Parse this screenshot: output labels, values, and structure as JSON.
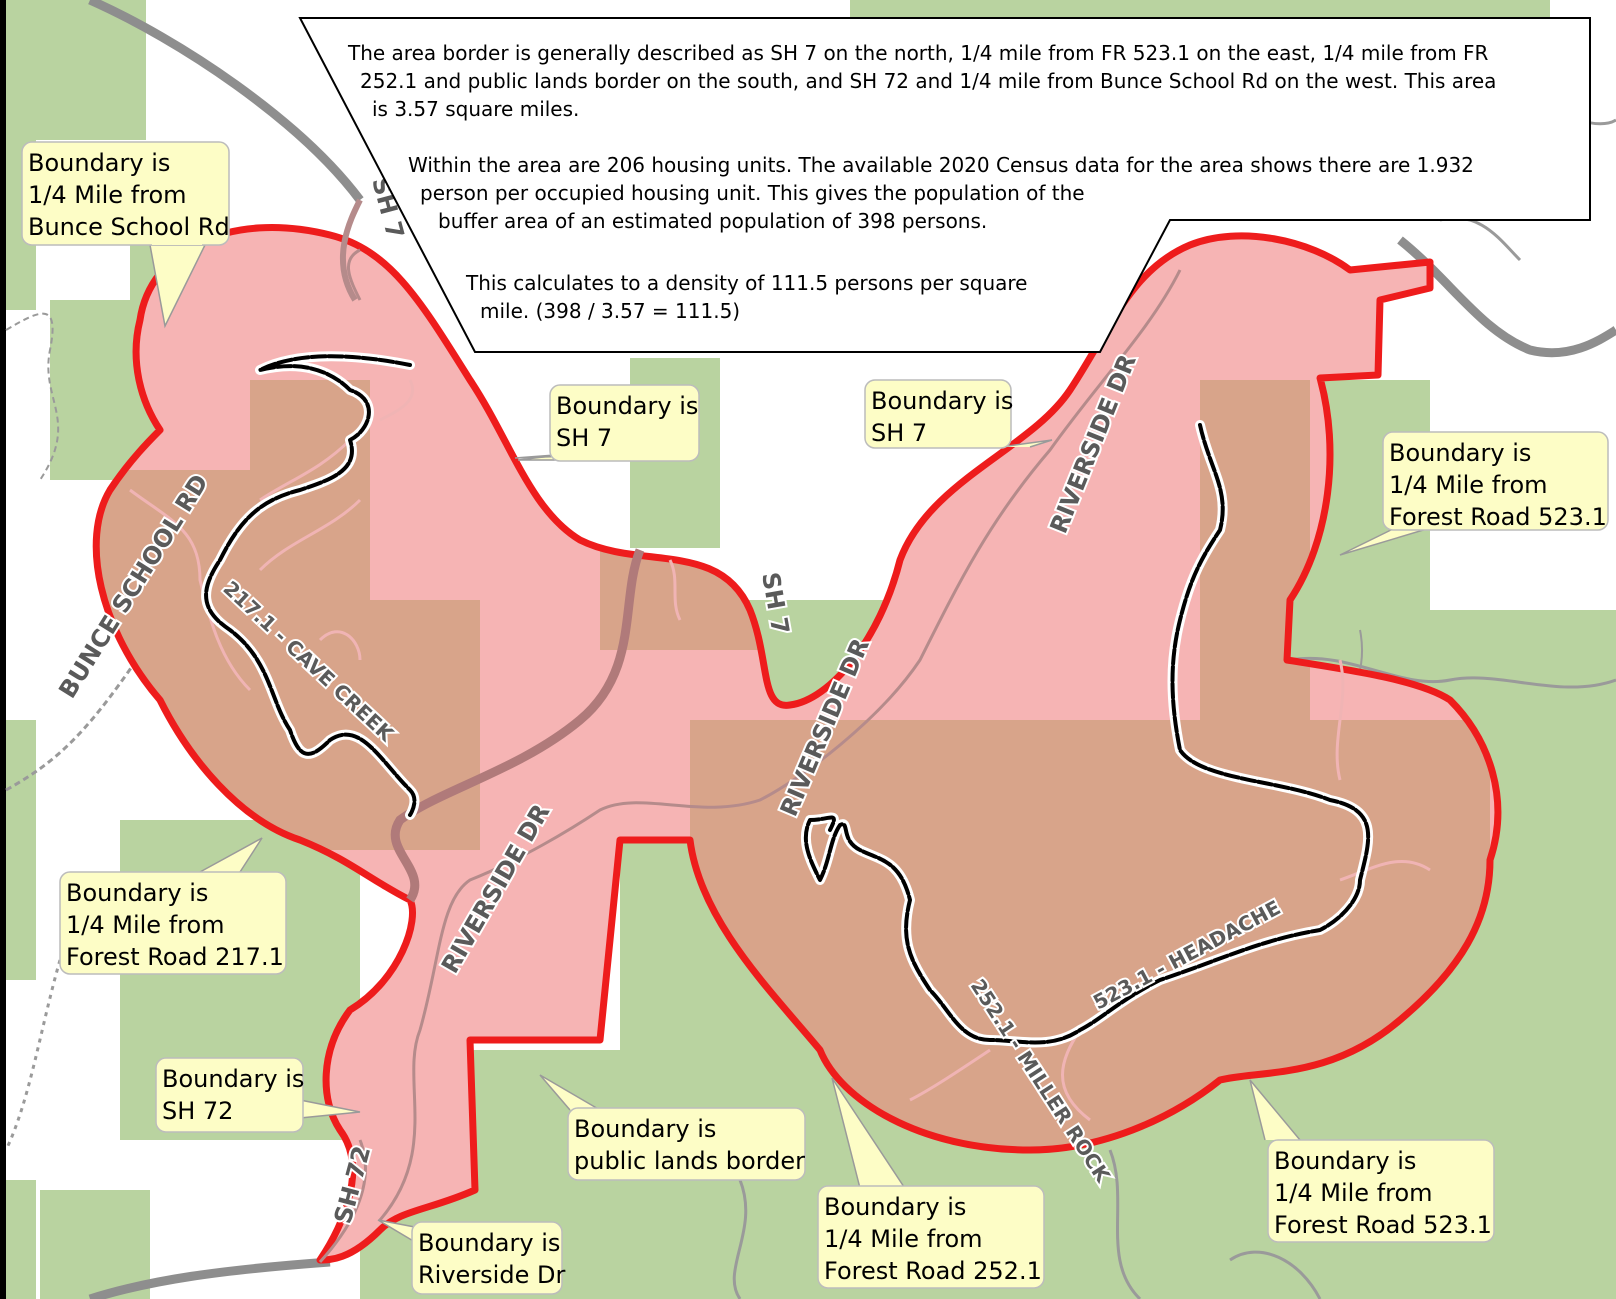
{
  "info_box": {
    "paragraph_1": [
      "The area border is generally described as SH 7 on the north, 1/4 mile from FR 523.1 on the east, 1/4 mile from FR",
      "252.1 and public lands border on the south, and SH 72 and 1/4 mile from Bunce School Rd on the west. This area",
      "is 3.57 square miles."
    ],
    "paragraph_2": [
      "Within the area are 206 housing units. The available 2020 Census data for the area shows there are 1.932",
      "person per occupied housing unit. This gives the population of the",
      "buffer area of an estimated population of 398 persons."
    ],
    "paragraph_3": [
      "This calculates to a density of 111.5 persons per square",
      "mile. (398 / 3.57 = 111.5)"
    ]
  },
  "callouts": {
    "bunce_school": [
      "Boundary is",
      "1/4 Mile from",
      "Bunce School Rd"
    ],
    "sh7_left": [
      "Boundary is",
      "SH 7"
    ],
    "sh7_right": [
      "Boundary is",
      "SH 7"
    ],
    "fr523_upper": [
      "Boundary is",
      "1/4 Mile from",
      "Forest Road 523.1"
    ],
    "fr217": [
      "Boundary is",
      "1/4 Mile from",
      "Forest Road 217.1"
    ],
    "sh72": [
      "Boundary is",
      "SH 72"
    ],
    "public_lands": [
      "Boundary is",
      "public lands border"
    ],
    "riverside": [
      "Boundary is",
      "Riverside Dr"
    ],
    "fr252": [
      "Boundary is",
      "1/4 Mile from",
      "Forest Road 252.1"
    ],
    "fr523_lower": [
      "Boundary is",
      "1/4 Mile from",
      "Forest Road 523.1"
    ]
  },
  "road_labels": {
    "sh7_north": "SH 7",
    "sh7_middle": "SH 7",
    "sh72": "SH 72",
    "bunce_school_rd": "BUNCE SCHOOL RD",
    "riverside_dr_1": "RIVERSIDE DR",
    "riverside_dr_2": "RIVERSIDE DR",
    "riverside_dr_3": "RIVERSIDE DR"
  },
  "trail_labels": {
    "cave_creek": "217.1 - CAVE CREEK",
    "miller_rock": "252.1 - MILLER ROCK",
    "headache": "523.1 - HEADACHE"
  },
  "colors": {
    "public_land": "#b9d3a0",
    "buffer_fill": "#f4a7a7",
    "buffer_fill_on_land": "#d8a48a",
    "boundary": "#ee1c1c",
    "highway": "#8e8e8e",
    "callout_fill": "#fdfdc6"
  }
}
